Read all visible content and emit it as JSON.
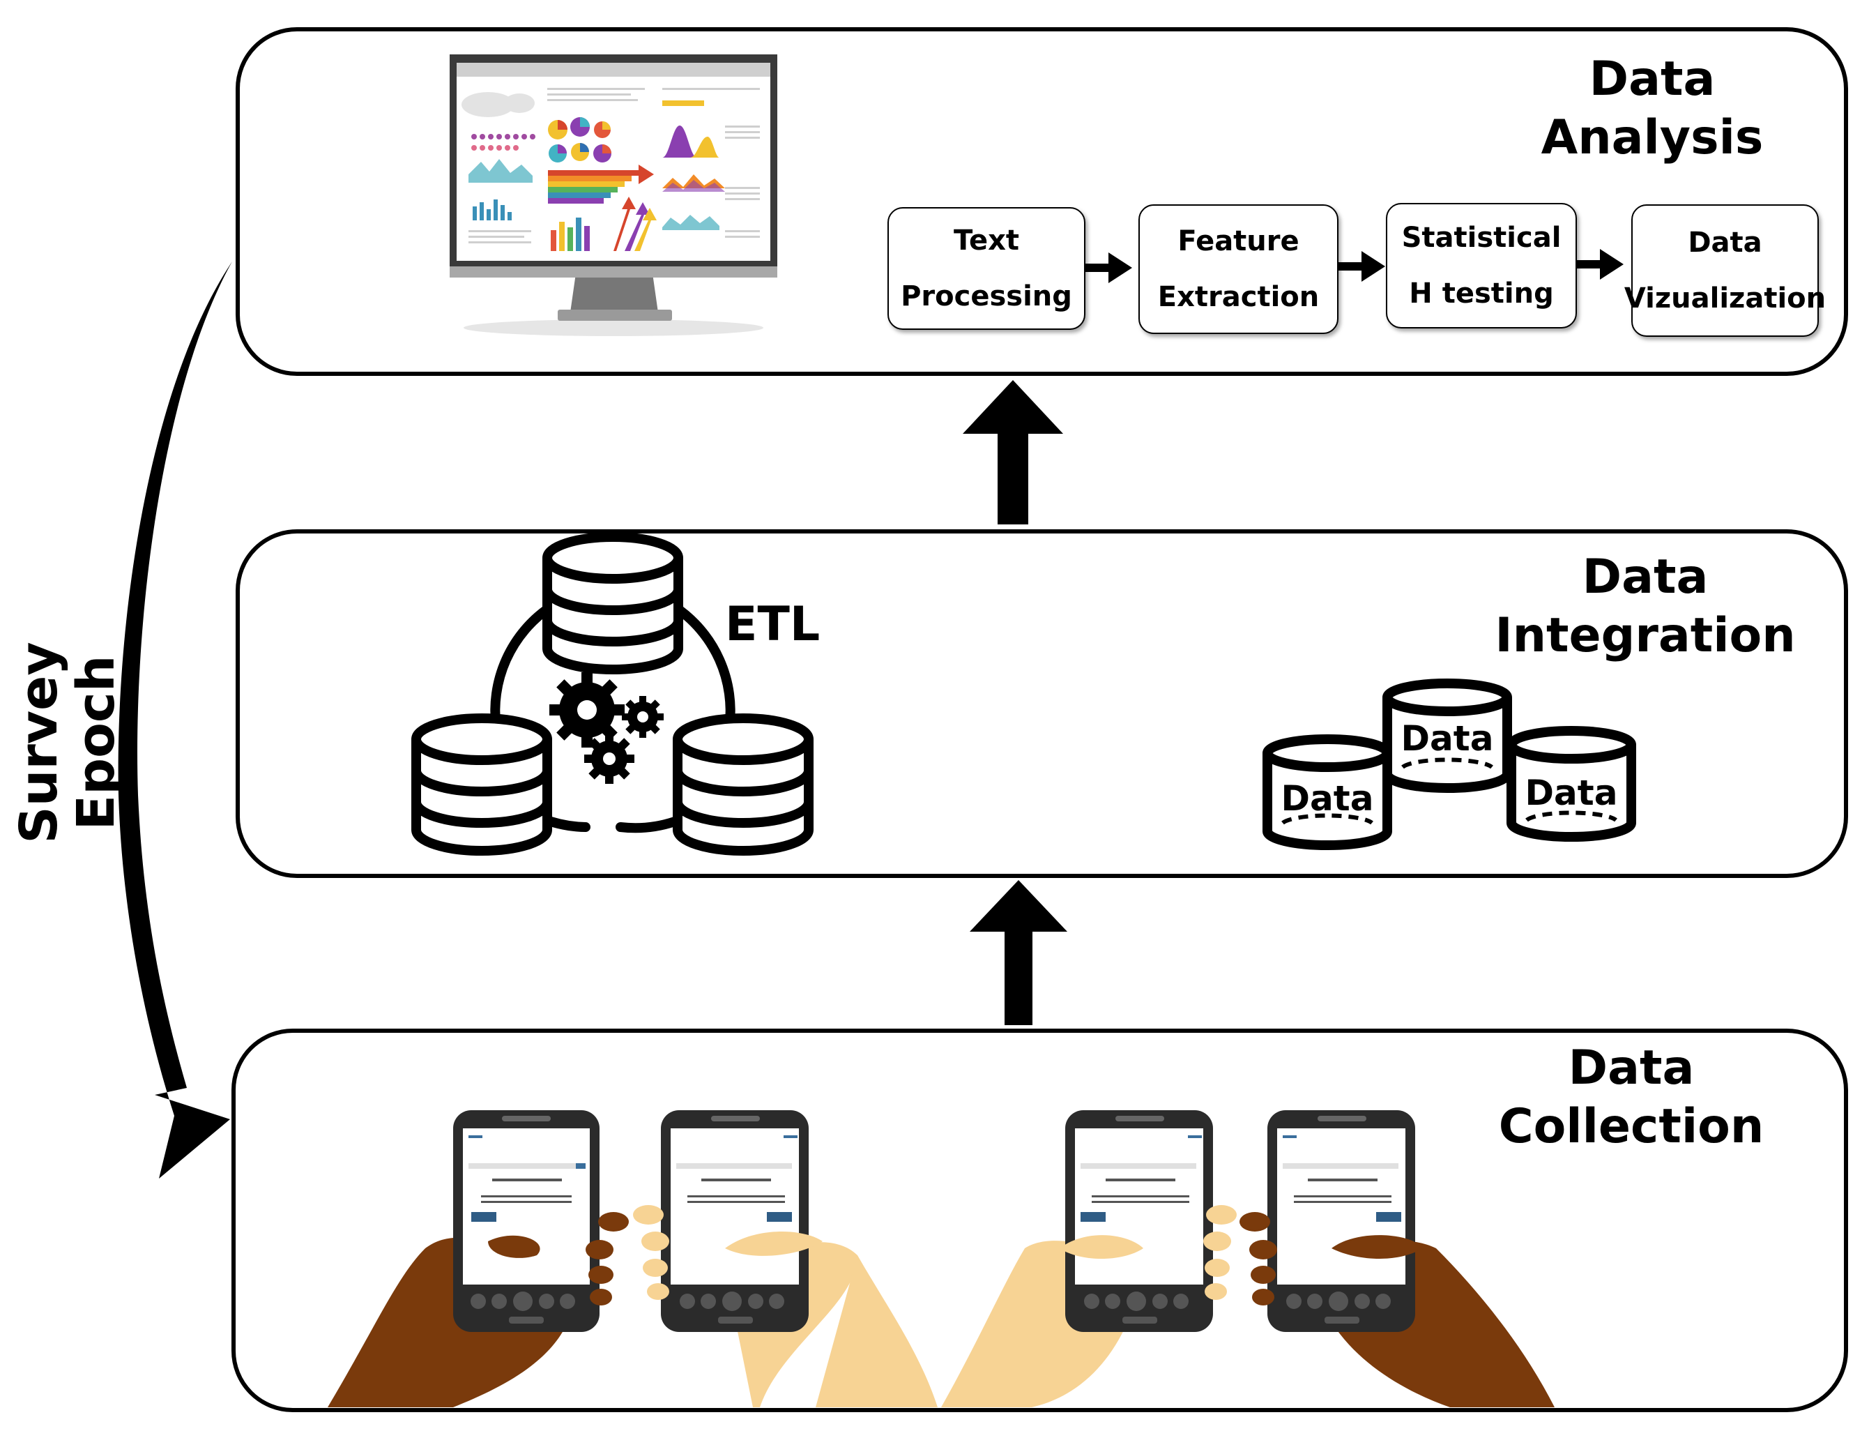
{
  "side_label": {
    "line1": "Survey",
    "line2": "Epoch"
  },
  "panels": {
    "analysis": {
      "title_line1": "Data",
      "title_line2": "Analysis"
    },
    "integration": {
      "title_line1": "Data",
      "title_line2": "Integration",
      "etl_label": "ETL"
    },
    "collection": {
      "title_line1": "Data",
      "title_line2": "Collection"
    }
  },
  "analysis_steps": [
    {
      "line1": "Text",
      "line2": "Processing"
    },
    {
      "line1": "Feature",
      "line2": "Extraction"
    },
    {
      "line1": "Statistical",
      "line2": "H testing"
    },
    {
      "line1": "Data",
      "line2": "Vizualization"
    }
  ],
  "data_stores": [
    {
      "label": "Data"
    },
    {
      "label": "Data"
    },
    {
      "label": "Data"
    }
  ],
  "colors": {
    "line": "#000000",
    "skin_dark": "#7a3a0c",
    "skin_light": "#f7d394",
    "phone": "#2b2b2b"
  },
  "icons": [
    "monitor-dashboard-icon",
    "database-icon",
    "gears-icon",
    "smartphone-icon",
    "hand-icon",
    "arrow-up-icon",
    "arrow-right-icon",
    "curved-arrow-icon"
  ]
}
